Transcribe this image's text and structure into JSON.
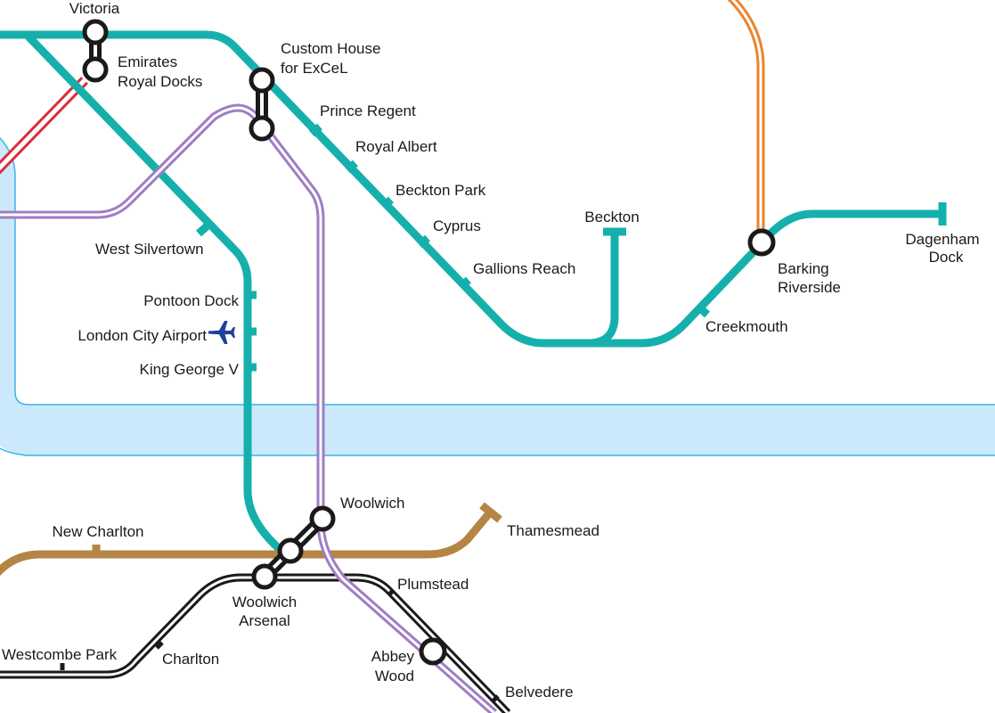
{
  "colors": {
    "dlr": "#16b0ac",
    "elizabeth": "#9e7ec3",
    "overground": "#e8852e",
    "southeastern": "#b58545",
    "national_rail": "#1a1a1a",
    "cable_car": "#dd2c3b",
    "river_fill": "#cbe9fb",
    "river_edge": "#3ab3e8",
    "airport_icon": "#1f3f99"
  },
  "stations": {
    "victoria": "Victoria",
    "emirates_royal_docks": [
      "Emirates",
      "Royal Docks"
    ],
    "custom_house": [
      "Custom House",
      "for ExCeL"
    ],
    "prince_regent": "Prince Regent",
    "royal_albert": "Royal Albert",
    "beckton_park": "Beckton Park",
    "cyprus": "Cyprus",
    "gallions_reach": "Gallions Reach",
    "beckton": "Beckton",
    "dagenham_dock": [
      "Dagenham",
      "Dock"
    ],
    "barking_riverside": [
      "Barking",
      "Riverside"
    ],
    "creekmouth": "Creekmouth",
    "west_silvertown": "West Silvertown",
    "pontoon_dock": "Pontoon Dock",
    "london_city_airport": "London City Airport",
    "king_george_v": "King George V",
    "woolwich": "Woolwich",
    "thamesmead": "Thamesmead",
    "new_charlton": "New Charlton",
    "plumstead": "Plumstead",
    "woolwich_arsenal": [
      "Woolwich",
      "Arsenal"
    ],
    "westcombe_park": "Westcombe Park",
    "charlton": "Charlton",
    "abbey_wood": [
      "Abbey",
      "Wood"
    ],
    "belvedere": "Belvedere"
  },
  "icons": {
    "airport": "airplane-icon"
  }
}
